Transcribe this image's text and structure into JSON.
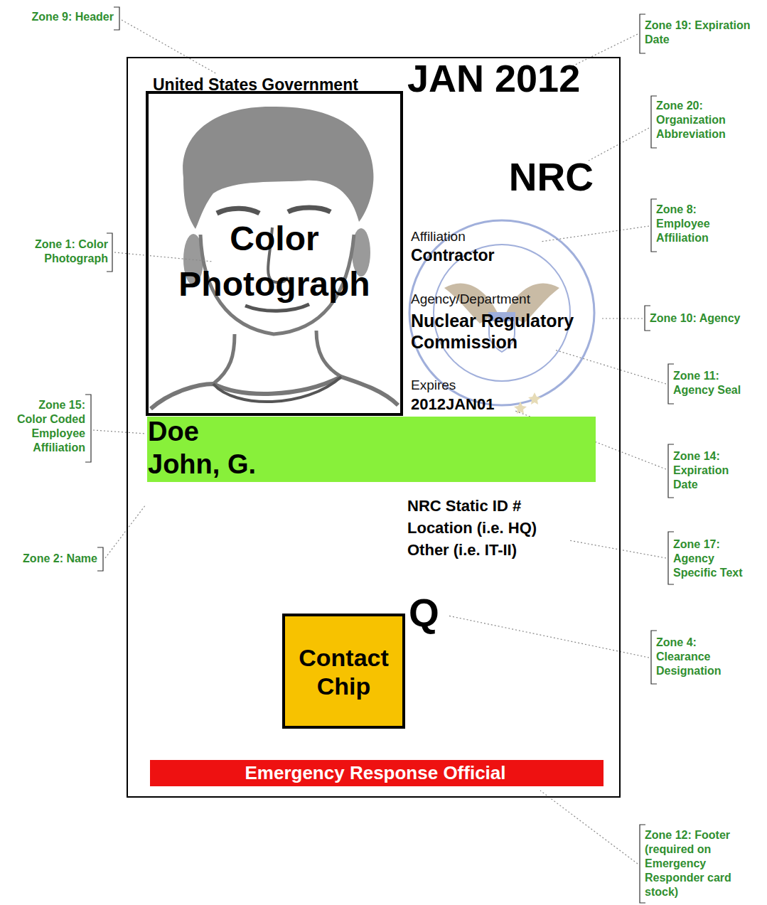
{
  "diagram": {
    "nodes": [
      {
        "text": [
          "United States Government",
          "JAN 2012",
          "NRC",
          "Affiliation",
          "Contractor",
          "Agency/Department",
          "Nuclear Regulatory Commission",
          "Expires",
          "2012JAN01",
          "NRC Static ID # Location (i.e. HQ) Other (i.e. IT-II)",
          "Q"
        ]
      },
      {
        "text": [
          "Color Photograph"
        ],
        "in": 0
      },
      {
        "text": [
          "Doe",
          "John, G."
        ],
        "in": 0
      },
      {
        "text": [
          "Contact Chip"
        ],
        "in": 0
      },
      {
        "text": [
          "Emergency Response Official"
        ],
        "in": 0
      }
    ],
    "labels": [
      "Zone 9: Header",
      "Zone 19: Expiration Date",
      "Zone 20: Organization Abbreviation",
      "Zone 8: Employee Affiliation",
      "Zone 1: Color Photograph",
      "Zone 10: Agency",
      "Zone 11: Agency Seal",
      "Zone 15: Color Coded Employee Affiliation",
      "Zone 14: Expiration Date",
      "Zone 17: Agency Specific Text",
      "Zone 2: Name",
      "Zone 4: Clearance Designation",
      "Zone 12: Footer (required on Emergency Responder card stock)"
    ]
  }
}
